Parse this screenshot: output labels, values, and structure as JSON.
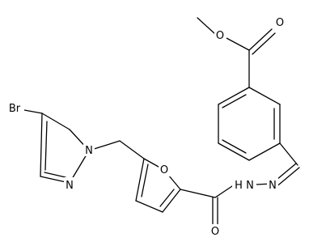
{
  "atoms": {
    "br": "Br",
    "n_pyrazole_1": "N",
    "n_pyrazole_2": "N",
    "o_furan": "O",
    "o_amide": "O",
    "n_hydrazide_nh": "N",
    "h_hydrazide": "H",
    "n_hydrazone": "N",
    "o_ester_carbonyl": "O",
    "o_ester_ether": "O"
  },
  "colors": {
    "bond": "#000000",
    "label": "#000000",
    "background": "#ffffff"
  }
}
